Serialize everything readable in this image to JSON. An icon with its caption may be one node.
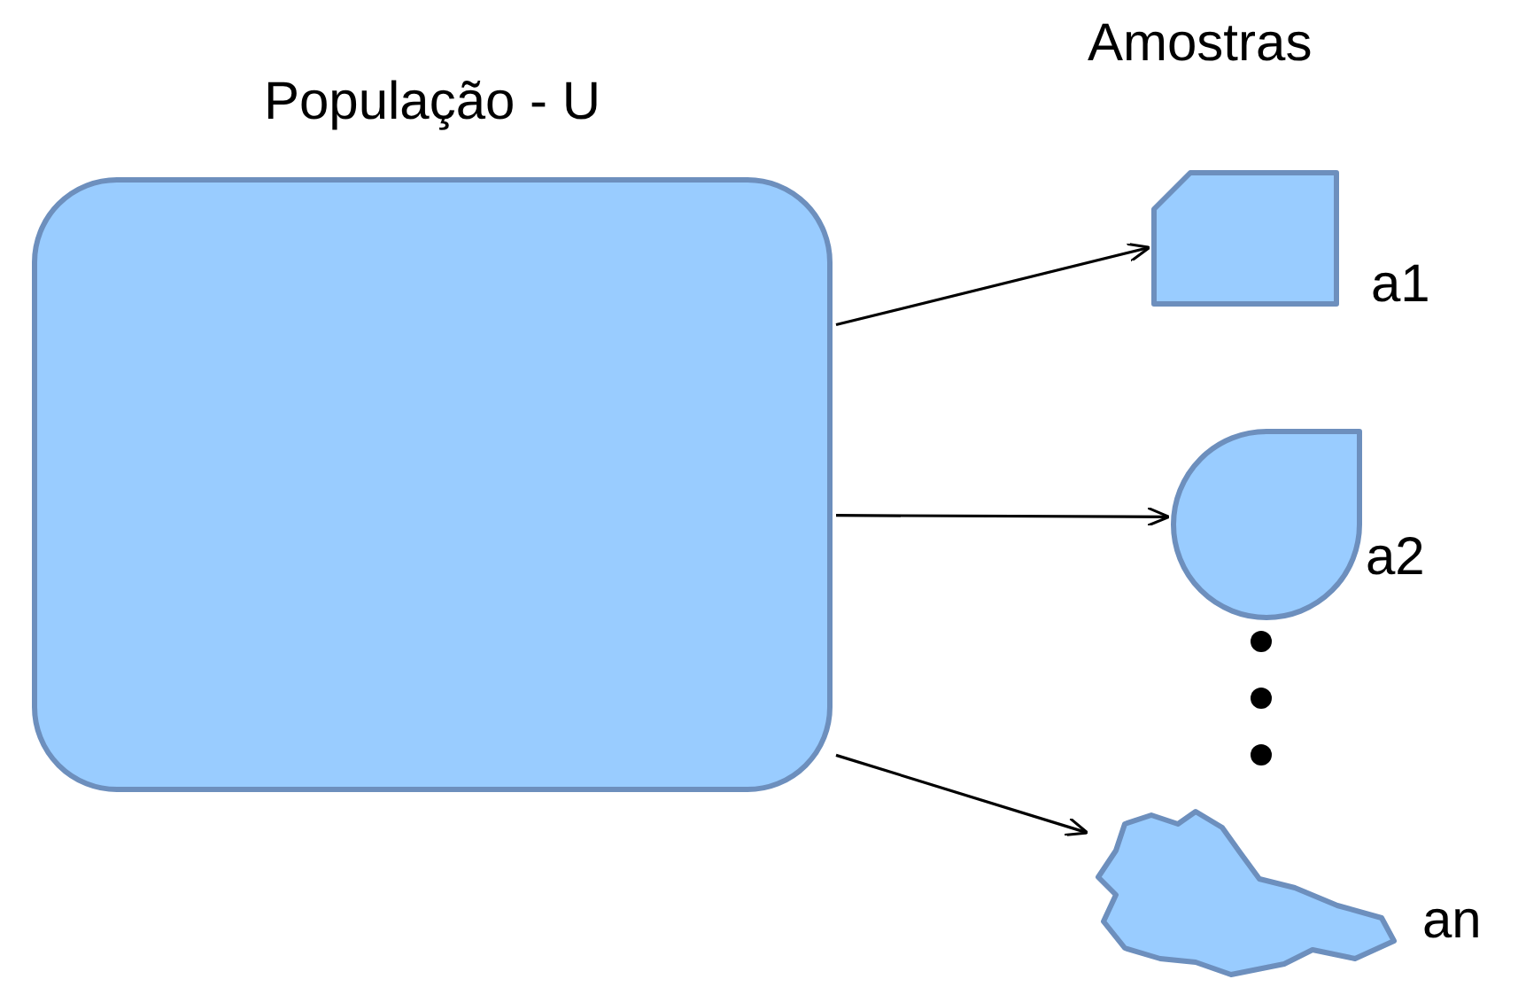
{
  "diagram": {
    "nodes": [
      {
        "text": [
          "População - U"
        ]
      },
      {
        "text": [],
        "shape": "box",
        "beside": [
          "a1"
        ]
      },
      {
        "text": [],
        "shape": "drop",
        "beside": [
          "a2"
        ]
      },
      {
        "text": [],
        "shape": "blob",
        "beside": [
          "an"
        ]
      }
    ],
    "edges": [
      {
        "from": 0,
        "to": 1,
        "arrow": "to"
      },
      {
        "from": 0,
        "to": 2,
        "arrow": "to"
      },
      {
        "from": 0,
        "to": 3,
        "arrow": "to"
      }
    ],
    "labels": [
      "Amostras"
    ]
  }
}
